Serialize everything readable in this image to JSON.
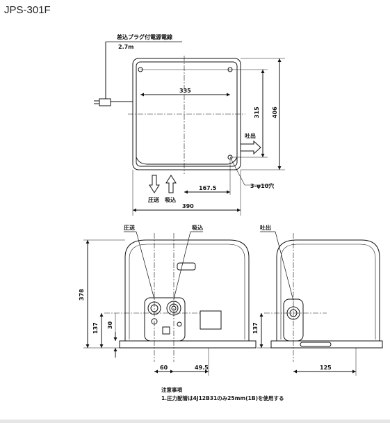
{
  "model": "JPS-301F",
  "top_view": {
    "cord_label": "差込プラグ付電源電線",
    "cord_length": "2.7m",
    "dim_width_inner": "335",
    "dim_depth_inner": "315",
    "dim_depth_outer": "406",
    "dim_half": "167.5",
    "dim_width_outer": "390",
    "holes": "3-φ10穴",
    "outlet": "吐出",
    "pressure": "圧送",
    "suction": "吸込"
  },
  "front_view": {
    "pressure": "圧送",
    "suction": "吸込",
    "height": "378",
    "pipe_height": "137",
    "base_height": "30",
    "dim_60": "60",
    "dim_49_5": "49.5"
  },
  "side_view": {
    "outlet": "吐出",
    "pipe_height": "137",
    "dim_125": "125"
  },
  "notes": {
    "heading": "注意事項",
    "line1": "1.圧力配管は4J12B31のみ25mm(1B)を使用する"
  }
}
